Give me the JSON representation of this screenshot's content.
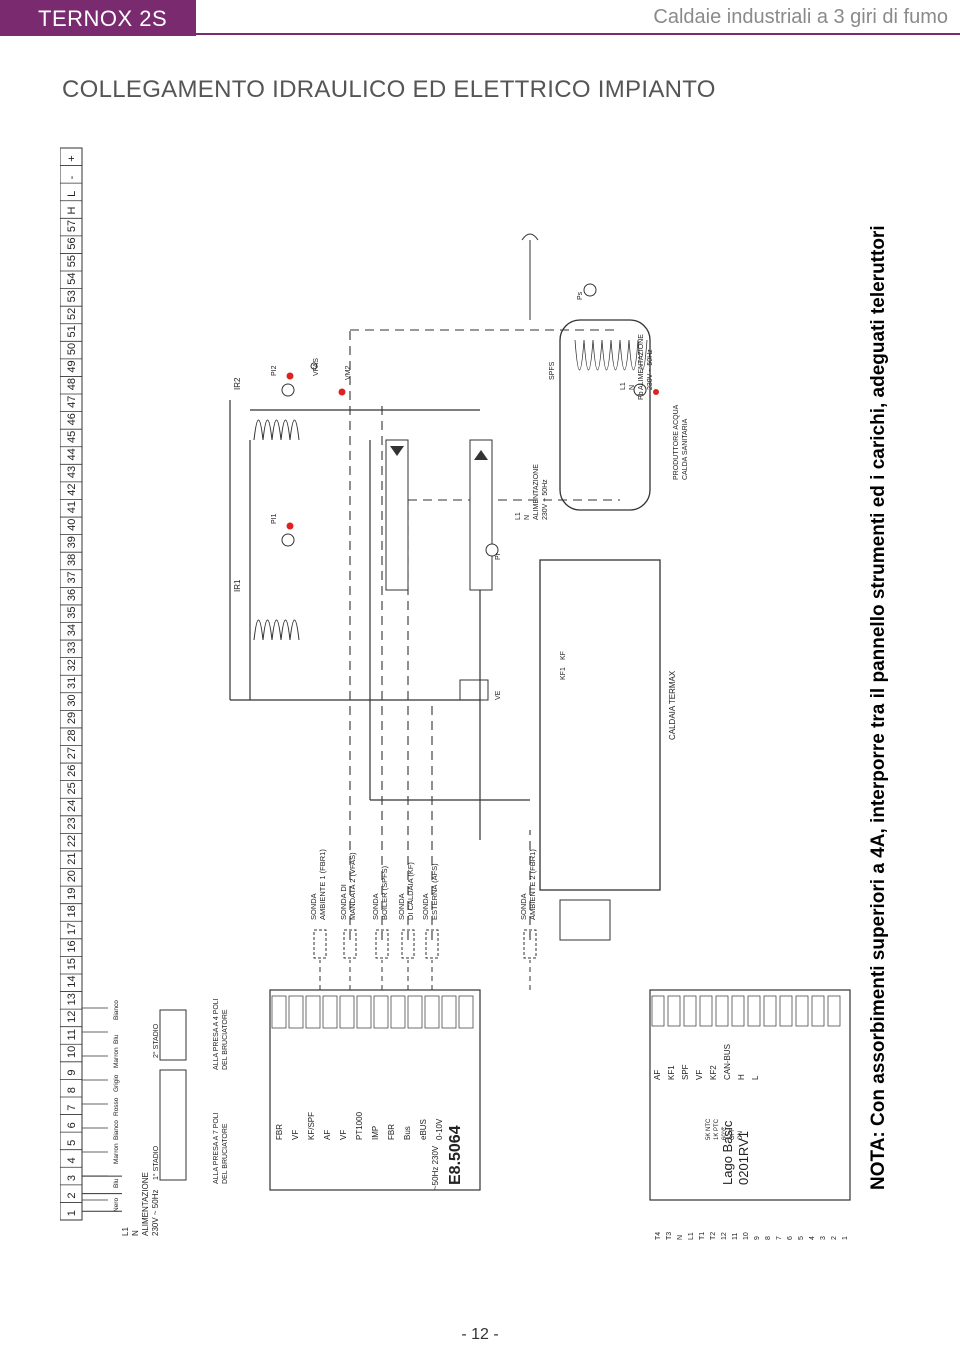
{
  "header": {
    "brand": "TERNOX 2S",
    "subtitle": "Caldaie industriali a 3 giri di fumo",
    "accent_color": "#7a2a6e"
  },
  "section_title": "COLLEGAMENTO IDRAULICO ED ELETTRICO IMPIANTO",
  "terminal_strip": {
    "labels": [
      "1",
      "2",
      "3",
      "4",
      "5",
      "6",
      "7",
      "8",
      "9",
      "10",
      "11",
      "12",
      "13",
      "14",
      "15",
      "16",
      "17",
      "18",
      "19",
      "20",
      "21",
      "22",
      "23",
      "24",
      "25",
      "26",
      "27",
      "28",
      "29",
      "30",
      "31",
      "32",
      "33",
      "34",
      "35",
      "36",
      "37",
      "38",
      "39",
      "40",
      "41",
      "42",
      "43",
      "44",
      "45",
      "46",
      "47",
      "48",
      "49",
      "50",
      "51",
      "52",
      "53",
      "54",
      "55",
      "56",
      "57",
      "H",
      "L",
      "-",
      "+"
    ]
  },
  "diagram": {
    "power_supply": [
      "L1",
      "N",
      "ALIMENTAZIONE",
      "230V ~ 50Hz"
    ],
    "wire_colors": [
      "Nero",
      "Blu",
      "Marron",
      "Bianco",
      "Rosso",
      "Grigio",
      "Marron",
      "Blu",
      "Bianco"
    ],
    "stages": [
      "1° STADIO",
      "2° STADIO"
    ],
    "burner_plugs": [
      "ALLA PRESA A 7 POLI",
      "DEL BRUCIATORE",
      "ALLA PRESA A 4 POLI",
      "DEL BRUCIATORE"
    ],
    "sensors": [
      [
        "SONDA",
        "AMBIENTE 1 (FBR1)"
      ],
      [
        "SONDA DI",
        "MANDATA 2 (VFAS)"
      ],
      [
        "SONDA",
        "BOILER (SPFS)"
      ],
      [
        "SONDA",
        "DI CALDAIA (KF)"
      ],
      [
        "SONDA",
        "ESTERNA (AFS)"
      ],
      [
        "SONDA",
        "AMBIENTE 2 (FBR1)"
      ]
    ],
    "controller_id": "E8.5064",
    "controller_supply": "~50Hz 230V",
    "controller_terminals": [
      "FBR",
      "VF",
      "KF/SPF",
      "AF",
      "VF",
      "PT1000",
      "IMP",
      "FBR",
      "Bus",
      "eBUS",
      "0-10V"
    ],
    "lago": [
      "Lago Basic",
      "0201RV1"
    ],
    "lago_terminals": [
      "AF",
      "KF1",
      "SPF",
      "VF",
      "KF2",
      "CAN-BUS",
      "H",
      "L"
    ],
    "lago_codes": [
      "5K NTC",
      "1K PTC",
      "60°C",
      "OFF",
      "ON"
    ],
    "lago_outputs": [
      "T4",
      "T3",
      "N",
      "L1",
      "T1",
      "T2",
      "12",
      "11",
      "10",
      "9",
      "8",
      "7",
      "6",
      "5",
      "4",
      "3",
      "2",
      "1"
    ],
    "circuits": [
      "IR1",
      "IR2",
      "PI1",
      "PI2",
      "VFAS",
      "VM2"
    ],
    "boiler": [
      "CALDAIA TERMAX",
      "KF1",
      "KF",
      "VE",
      "Pr"
    ],
    "boiler_supply": [
      "L1",
      "N",
      "ALIMENTAZIONE",
      "230V ~ 50Hz"
    ],
    "dhw": [
      "SPFS",
      "Ps",
      "Pb",
      "PRODUTTORE ACQUA",
      "CALDA SANITARIA"
    ],
    "dhw_supply": [
      "L1",
      "N",
      "ALIMENTAZIONE",
      "230V ~ 50Hz"
    ]
  },
  "note": "NOTA: Con assorbimenti superiori a 4A, interporre tra il pannello strumenti ed i carichi, adeguati teleruttori",
  "page_number": "- 12 -"
}
